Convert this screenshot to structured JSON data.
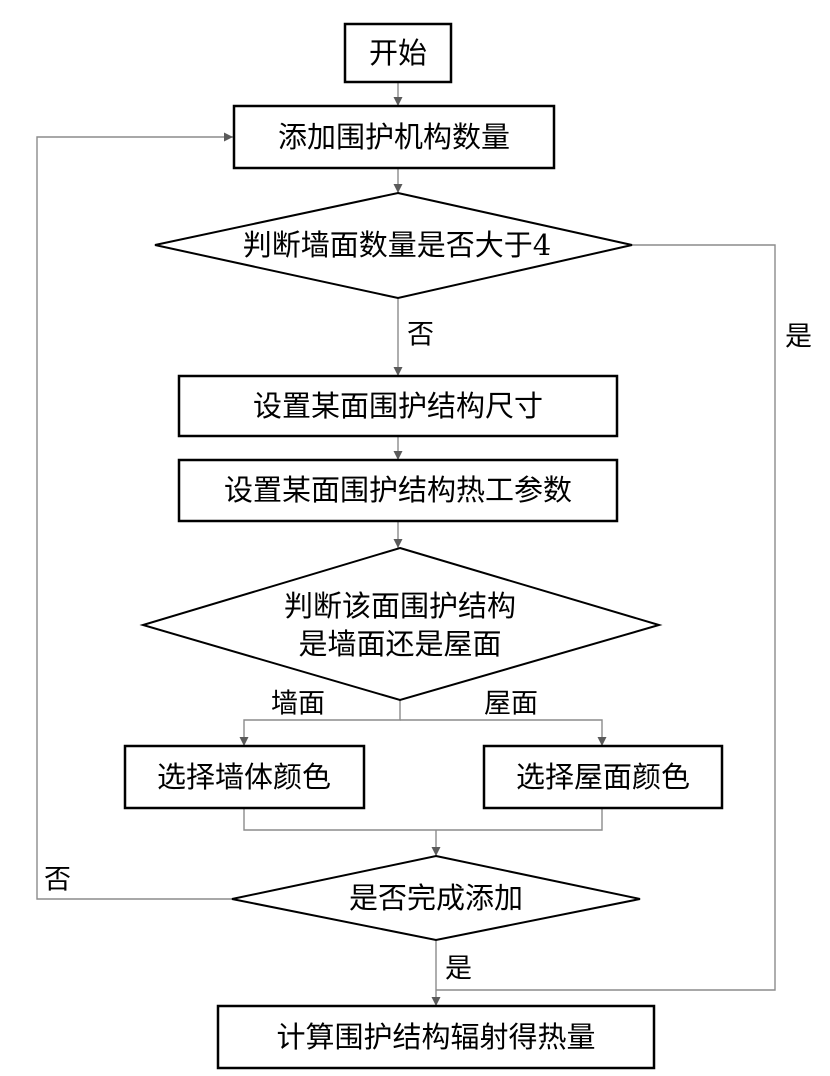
{
  "nodes": {
    "start": "开始",
    "add_count": "添加围护机构数量",
    "check_walls": "判断墙面数量是否大于4",
    "set_size": "设置某面围护结构尺寸",
    "set_thermal": "设置某面围护结构热工参数",
    "check_type_line1": "判断该面围护结构",
    "check_type_line2": "是墙面还是屋面",
    "wall_color": "选择墙体颜色",
    "roof_color": "选择屋面颜色",
    "check_done": "是否完成添加",
    "compute": "计算围护结构辐射得热量"
  },
  "edge_labels": {
    "walls_no": "否",
    "walls_yes": "是",
    "type_wall": "墙面",
    "type_roof": "屋面",
    "done_no": "否",
    "done_yes": "是"
  }
}
